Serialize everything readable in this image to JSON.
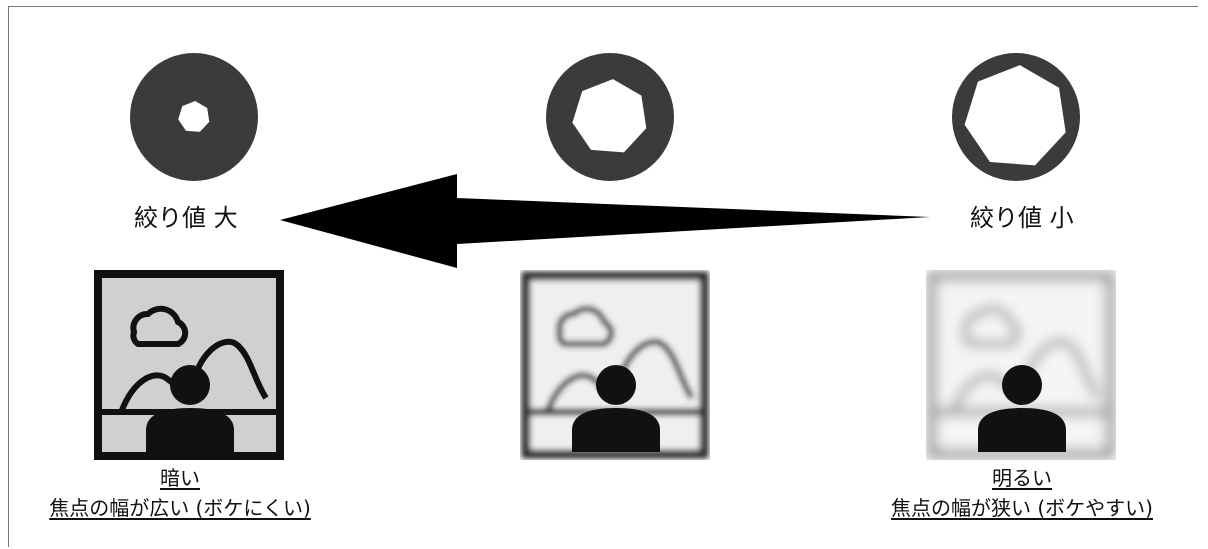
{
  "labels": {
    "large_fnumber": "絞り値 大",
    "small_fnumber": "絞り値 小"
  },
  "captions": {
    "left_line1": "暗い",
    "left_line2": "焦点の幅が広い (ボケにくい)",
    "right_line1": "明るい",
    "right_line2": "焦点の幅が狭い (ボケやすい)"
  },
  "colors": {
    "dark": "#3b3b3b",
    "photo_bg_sharp": "#d0d0d0",
    "photo_bg_soft": "#efefef",
    "person": "#111111"
  },
  "icons": {
    "apertures": [
      "aperture-closed-icon",
      "aperture-medium-icon",
      "aperture-open-icon"
    ],
    "arrow": "arrow-left-icon",
    "photos": [
      "sharp-photo-icon",
      "slightly-blurred-photo-icon",
      "blurred-photo-icon"
    ]
  }
}
